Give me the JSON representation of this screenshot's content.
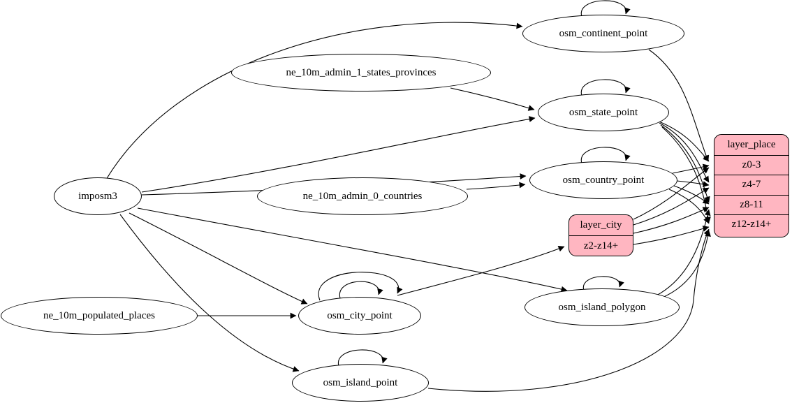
{
  "diagram": {
    "type": "etl-graph",
    "colors": {
      "background": "#ffffff",
      "table_fill": "#ffffff",
      "layer_fill": "#ffb6c1",
      "stroke": "#000000"
    },
    "nodes": {
      "imposm3": {
        "label": "imposm3"
      },
      "ne_10m_admin_1_states_provinces": {
        "label": "ne_10m_admin_1_states_provinces"
      },
      "ne_10m_admin_0_countries": {
        "label": "ne_10m_admin_0_countries"
      },
      "ne_10m_populated_places": {
        "label": "ne_10m_populated_places"
      },
      "osm_continent_point": {
        "label": "osm_continent_point"
      },
      "osm_state_point": {
        "label": "osm_state_point"
      },
      "osm_country_point": {
        "label": "osm_country_point"
      },
      "osm_city_point": {
        "label": "osm_city_point"
      },
      "osm_island_polygon": {
        "label": "osm_island_polygon"
      },
      "osm_island_point": {
        "label": "osm_island_point"
      },
      "layer_city": {
        "title": "layer_city",
        "rows": [
          "z2-z14+"
        ]
      },
      "layer_place": {
        "title": "layer_place",
        "rows": [
          "z0-3",
          "z4-7",
          "z8-11",
          "z12-z14+"
        ]
      }
    },
    "edges": [
      {
        "from": "imposm3",
        "to": "osm_continent_point"
      },
      {
        "from": "imposm3",
        "to": "osm_state_point"
      },
      {
        "from": "imposm3",
        "to": "osm_country_point"
      },
      {
        "from": "imposm3",
        "to": "osm_city_point"
      },
      {
        "from": "imposm3",
        "to": "osm_island_polygon"
      },
      {
        "from": "imposm3",
        "to": "osm_island_point"
      },
      {
        "from": "ne_10m_admin_1_states_provinces",
        "to": "osm_state_point"
      },
      {
        "from": "ne_10m_admin_0_countries",
        "to": "osm_country_point"
      },
      {
        "from": "ne_10m_populated_places",
        "to": "osm_city_point"
      },
      {
        "from": "osm_continent_point",
        "to": "osm_continent_point"
      },
      {
        "from": "osm_state_point",
        "to": "osm_state_point"
      },
      {
        "from": "osm_country_point",
        "to": "osm_country_point"
      },
      {
        "from": "osm_city_point",
        "to": "osm_city_point"
      },
      {
        "from": "osm_city_point",
        "to": "osm_city_point"
      },
      {
        "from": "osm_island_polygon",
        "to": "osm_island_polygon"
      },
      {
        "from": "osm_island_point",
        "to": "osm_island_point"
      },
      {
        "from": "osm_continent_point",
        "to": "layer_place:z0-3"
      },
      {
        "from": "osm_state_point",
        "to": "layer_place:z0-3"
      },
      {
        "from": "osm_state_point",
        "to": "layer_place:z4-7"
      },
      {
        "from": "osm_state_point",
        "to": "layer_place:z8-11"
      },
      {
        "from": "osm_state_point",
        "to": "layer_place:z12-z14+"
      },
      {
        "from": "osm_country_point",
        "to": "layer_place:z0-3"
      },
      {
        "from": "osm_country_point",
        "to": "layer_place:z4-7"
      },
      {
        "from": "osm_country_point",
        "to": "layer_place:z8-11"
      },
      {
        "from": "osm_country_point",
        "to": "layer_place:z12-z14+"
      },
      {
        "from": "osm_island_polygon",
        "to": "layer_place:z8-11"
      },
      {
        "from": "osm_island_polygon",
        "to": "layer_place:z12-z14+"
      },
      {
        "from": "osm_island_point",
        "to": "layer_place:z12-z14+"
      },
      {
        "from": "osm_city_point",
        "to": "layer_city:z2-z14+"
      },
      {
        "from": "layer_city",
        "to": "layer_place:z0-3"
      },
      {
        "from": "layer_city",
        "to": "layer_place:z4-7"
      },
      {
        "from": "layer_city",
        "to": "layer_place:z8-11"
      },
      {
        "from": "layer_city",
        "to": "layer_place:z12-z14+"
      }
    ]
  }
}
